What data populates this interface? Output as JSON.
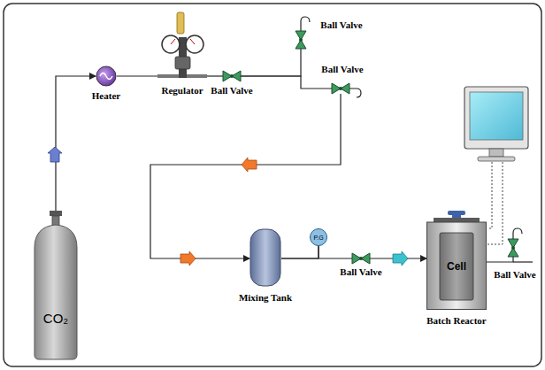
{
  "diagram": {
    "nodes": [
      {
        "text": [
          "CO₂"
        ]
      },
      {
        "text": [
          "Heater"
        ]
      },
      {
        "text": [
          "Regulator"
        ]
      },
      {
        "text": [
          "Ball Valve"
        ]
      },
      {
        "text": [
          "Ball Valve"
        ]
      },
      {
        "text": [
          "Ball Valve"
        ]
      },
      {
        "text": [
          "Mixing Tank"
        ]
      },
      {
        "text": [
          "P.G"
        ]
      },
      {
        "text": [
          "Ball Valve"
        ]
      },
      {
        "text": [
          "Batch Reactor"
        ]
      },
      {
        "text": [
          "Cell"
        ],
        "in": 9
      },
      {
        "text": [
          "Ball Valve"
        ]
      }
    ],
    "edges": [
      {
        "from": 0,
        "to": 1,
        "arrow": "to"
      },
      {
        "from": 1,
        "to": 2,
        "arrow": "none"
      },
      {
        "from": 2,
        "to": 3,
        "arrow": "none"
      },
      {
        "from": 3,
        "to": 4,
        "arrow": "none"
      },
      {
        "from": 3,
        "to": 5,
        "arrow": "none"
      },
      {
        "from": 5,
        "to": 6,
        "arrow": "to"
      },
      {
        "from": 6,
        "to": 7,
        "arrow": "none"
      },
      {
        "from": 6,
        "to": 8,
        "arrow": "none"
      },
      {
        "from": 8,
        "to": 9,
        "arrow": "to"
      },
      {
        "from": 9,
        "to": 11,
        "arrow": "none"
      }
    ]
  }
}
